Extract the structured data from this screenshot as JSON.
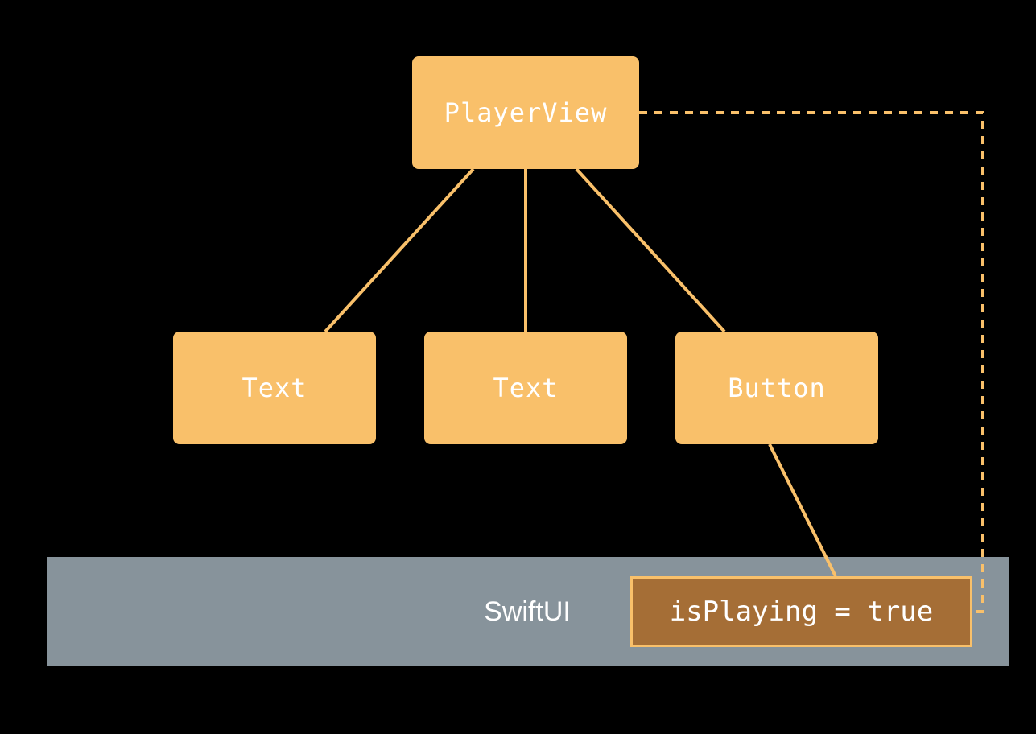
{
  "diagram": {
    "root": {
      "label": "PlayerView"
    },
    "children": [
      {
        "label": "Text"
      },
      {
        "label": "Text"
      },
      {
        "label": "Button"
      }
    ],
    "framework": {
      "label": "SwiftUI"
    },
    "state": {
      "label": "isPlaying = true"
    },
    "colors": {
      "background": "#000000",
      "view_node": "#f9c06a",
      "connector": "#f9c06a",
      "framework_band": "#87939b",
      "state_fill": "#a56e36",
      "text": "#ffffff"
    }
  }
}
